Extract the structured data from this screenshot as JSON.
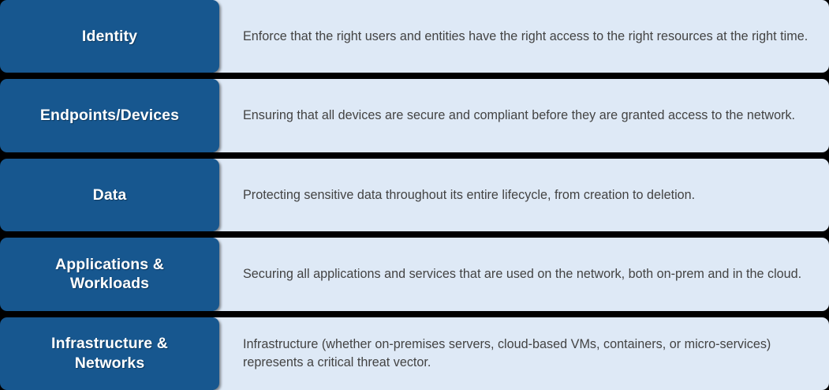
{
  "diagram": {
    "type": "zero-trust-pillars",
    "colors": {
      "pillar_blue": "#17578F",
      "panel_light_blue": "#DEE9F6",
      "background": "#000000",
      "label_text": "#FFFFFF",
      "description_text": "#434343"
    },
    "rows": [
      {
        "label": "Identity",
        "description": "Enforce that the right users and entities have the right access to the right resources at the right time."
      },
      {
        "label": "Endpoints/Devices",
        "description": "Ensuring that all devices are secure and compliant before they are granted access to the network."
      },
      {
        "label": "Data",
        "description": "Protecting sensitive data throughout its entire lifecycle, from creation to deletion."
      },
      {
        "label": "Applications &\nWorkloads",
        "description": "Securing all applications and services that are used on the network, both on-prem and in the cloud."
      },
      {
        "label": "Infrastructure &\nNetworks",
        "description": "Infrastructure (whether on-premises servers, cloud-based VMs, containers, or micro-services) represents a critical threat vector."
      }
    ]
  }
}
